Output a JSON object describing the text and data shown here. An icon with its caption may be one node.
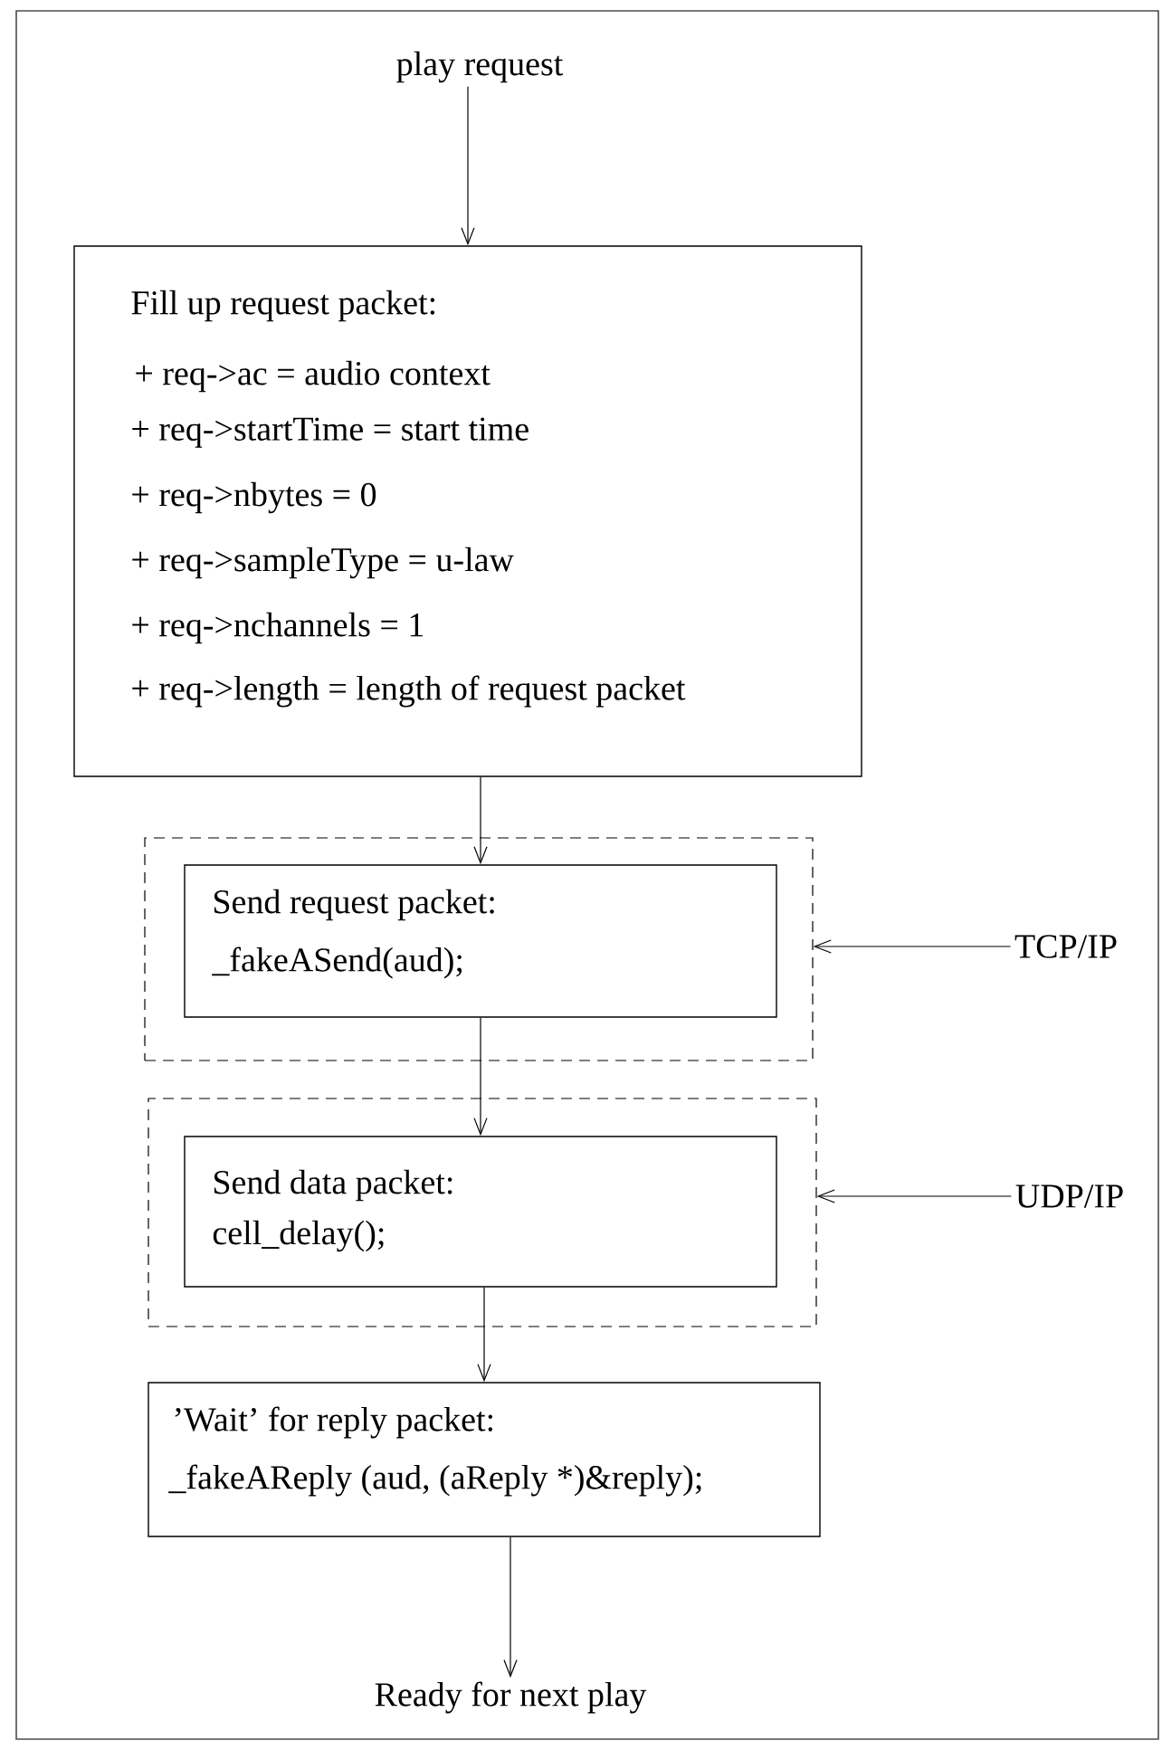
{
  "diagram": {
    "nodes": [
      {
        "text": [
          "play request"
        ]
      },
      {
        "text": [
          "Fill up request packet:",
          "+ req->ac = audio context",
          "+ req->startTime = start time",
          "+ req->nbytes = 0",
          "+ req->sampleType = u-law",
          "+ req->nchannels = 1",
          "+ req->length = length of request packet"
        ]
      },
      {
        "text": [],
        "shape": "box"
      },
      {
        "text": [
          "Send request packet:",
          "_fakeASend(aud);"
        ],
        "in": 2
      },
      {
        "text": [],
        "shape": "box"
      },
      {
        "text": [
          "Send data packet:",
          "cell_delay();"
        ],
        "in": 4
      },
      {
        "text": [
          "’Wait’ for reply packet:",
          "_fakeAReply (aud, (aReply *)&reply);"
        ]
      },
      {
        "text": [
          "Ready for next play"
        ]
      },
      {
        "text": [
          "TCP/IP"
        ]
      },
      {
        "text": [
          "UDP/IP"
        ]
      }
    ],
    "edges": [
      {
        "from": 0,
        "to": 1,
        "arrow": "to"
      },
      {
        "from": 1,
        "to": 3,
        "arrow": "to"
      },
      {
        "from": 3,
        "to": 5,
        "arrow": "to"
      },
      {
        "from": 5,
        "to": 6,
        "arrow": "to"
      },
      {
        "from": 6,
        "to": 7,
        "arrow": "to"
      },
      {
        "from": 8,
        "to": 2,
        "arrow": "to"
      },
      {
        "from": 9,
        "to": 4,
        "arrow": "to"
      }
    ]
  }
}
